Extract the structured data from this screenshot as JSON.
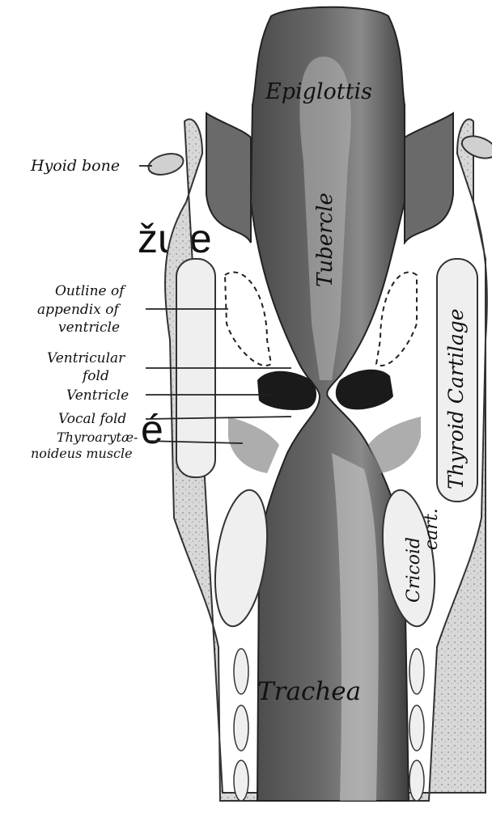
{
  "slide": {
    "fragment_1": "žuje",
    "fragment_2": "é"
  },
  "figure": {
    "labels": {
      "epiglottis": "Epiglottis",
      "hyoid_bone": "Hyoid bone",
      "tubercle": "Tubercle",
      "outline_of_appendix": [
        "Outline of",
        "appendix of",
        "ventricle"
      ],
      "ventricular_fold": [
        "Ventricular",
        "fold"
      ],
      "ventricle": "Ventricle",
      "vocal_fold": "Vocal fold",
      "thyroarytaenoideus": [
        "Thyroarytæ-",
        "noideus muscle"
      ],
      "thyroid_cartilage": "Thyroid Cartilage",
      "cricoid_cart": [
        "Cricoid",
        "cart."
      ],
      "trachea": "Trachea"
    },
    "colors": {
      "ink": "#222222",
      "lumen_dark": "#5a5a5a",
      "lumen_light": "#9a9a9a",
      "tissue": "#cfcfcf",
      "cartilage": "#eeeeee",
      "ventricle_black": "#1a1a1a"
    }
  }
}
